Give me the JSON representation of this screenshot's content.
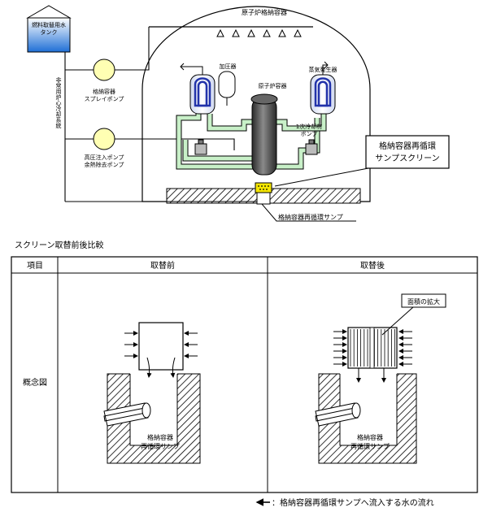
{
  "diagram": {
    "tank_label": [
      "燃料取替用水",
      "タンク"
    ],
    "containment_label": "原子炉格納容器",
    "spray_pump_label": [
      "格納容器",
      "スプレイポンプ"
    ],
    "eccs_label": "非常用炉心冷却系統",
    "hp_pump_label": [
      "高圧注入ポンプ",
      "余熱除去ポンプ"
    ],
    "pressurizer_label": "加圧器",
    "reactor_vessel_label": "原子炉容器",
    "steam_generator_label": "蒸気発生器",
    "rcp_label": [
      "1次冷却材",
      "ポンプ"
    ],
    "screen_callout": [
      "格納容器再循環",
      "サンプスクリーン"
    ],
    "sump_label": "格納容器再循環サンプ"
  },
  "comparison": {
    "section_title": "スクリーン取替前後比較",
    "header_item": "項目",
    "header_before": "取替前",
    "header_after": "取替後",
    "row_label": "概念図",
    "sump_label_before": [
      "格納容器",
      "再循環サンプ"
    ],
    "sump_label_after": [
      "格納容器",
      "再循環サンプ"
    ],
    "area_callout": "面積の拡大"
  },
  "legend": {
    "text": "：格納容器再循環サンプへ流入する水の流れ"
  },
  "colors": {
    "tank_water": "#1f6fd6",
    "pump_fill": "#ffffb3",
    "loop_pipe": "#c8f0c8",
    "sg_tubes": "#2233aa",
    "reactor_vessel": "#555555",
    "screen_yellow": "#f5e600"
  }
}
